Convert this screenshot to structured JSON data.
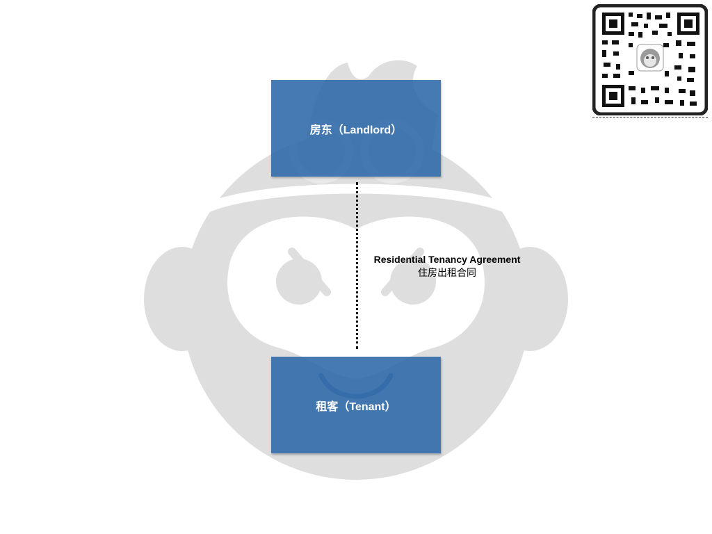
{
  "diagram": {
    "landlord_label": "房东（Landlord）",
    "tenant_label": "租客（Tenant）",
    "agreement_label_en": "Residential Tenancy Agreement",
    "agreement_label_zh": "住房出租合同"
  },
  "colors": {
    "box_fill": "#2b68a8",
    "watermark": "#dedede",
    "connector": "#111111"
  },
  "icons": {
    "watermark": "monkey-face-icon",
    "qr": "qr-code-icon"
  }
}
